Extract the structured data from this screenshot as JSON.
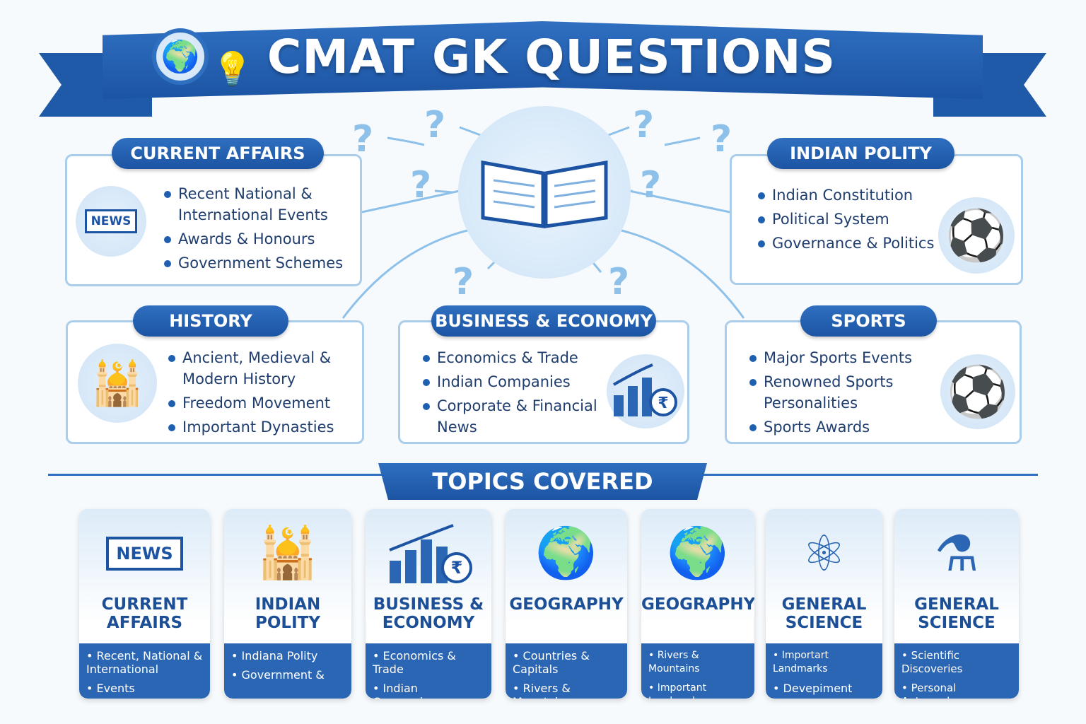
{
  "title": "CMAT GK QUESTIONS",
  "sections": {
    "current_affairs": {
      "label": "CURRENT AFFAIRS",
      "icon": "newspaper-icon",
      "icon_text": "NEWS",
      "items": [
        "Recent National & International Events",
        "Awards & Honours",
        "Government Schemes"
      ]
    },
    "indian_polity": {
      "label": "INDIAN POLITY",
      "icon": "football-icon",
      "items": [
        "Indian Constitution",
        "Political System",
        "Governance & Politics"
      ]
    },
    "history": {
      "label": "HISTORY",
      "icon": "monument-icon",
      "items": [
        "Ancient, Medieval & Modern History",
        "Freedom Movement",
        "Important Dynasties"
      ]
    },
    "business": {
      "label": "BUSINESS & ECONOMY",
      "icon": "chart-rupee-icon",
      "items": [
        "Economics & Trade",
        "Indian Companies",
        "Corporate & Financial News"
      ]
    },
    "sports": {
      "label": "SPORTS",
      "icon": "football-icon",
      "items": [
        "Major Sports Events",
        "Renowned Sports Personalities",
        "Sports Awards"
      ]
    }
  },
  "topics_label": "TOPICS COVERED",
  "cards": [
    {
      "title": "CURRENT AFFAIRS",
      "icon": "newspaper-icon",
      "icon_text": "NEWS",
      "items": [
        "Recent, National & International",
        "Events"
      ]
    },
    {
      "title": "INDIAN POLITY",
      "icon": "monument-icon",
      "items": [
        "Indiana Polity",
        "Government &"
      ]
    },
    {
      "title": "BUSINESS & ECONOMY",
      "icon": "chart-rupee-icon",
      "items": [
        "Economics & Trade",
        "Indian Companies"
      ]
    },
    {
      "title": "GEOGRAPHY",
      "icon": "globe-icon",
      "items": [
        "Countries & Capitals",
        "Rivers & Mountains"
      ]
    },
    {
      "title": "GEOGRAPHY",
      "icon": "globe-icon",
      "items": [
        "Rivers & Mountains",
        "Important Landmarks"
      ]
    },
    {
      "title": "GENERAL SCIENCE",
      "icon": "atom-icon",
      "items": [
        "Importart Landmarks",
        "Devepiment"
      ]
    },
    {
      "title": "GENERAL SCIENCE",
      "icon": "flask-icon",
      "items": [
        "Scientific Discoveries",
        "Personal Antmmals"
      ]
    }
  ],
  "colors": {
    "primary": "#1c54a3",
    "accent": "#2a66b3",
    "border": "#a9cdea",
    "text": "#1f3d6e"
  }
}
